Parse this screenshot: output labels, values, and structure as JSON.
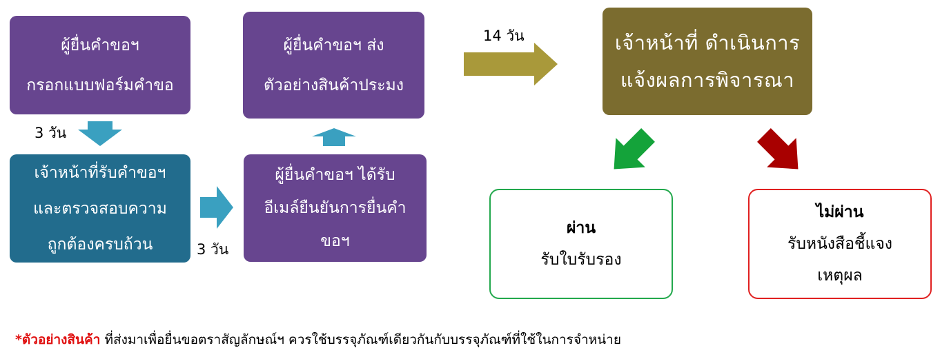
{
  "steps": {
    "fill_form": {
      "lines": [
        "ผู้ยื่นคำขอฯ",
        "กรอกแบบฟอร์มคำขอ"
      ]
    },
    "officer_check": {
      "lines": [
        "เจ้าหน้าที่รับคำขอฯ",
        "และตรวจสอบความ",
        "ถูกต้องครบถ้วน"
      ]
    },
    "email_confirm": {
      "lines": [
        "ผู้ยื่นคำขอฯ ได้รับ",
        "อีเมล์ยืนยันการยื่นคำ",
        "ขอฯ"
      ]
    },
    "send_sample": {
      "lines": [
        "ผู้ยื่นคำขอฯ ส่ง",
        "ตัวอย่างสินค้าประมง"
      ]
    },
    "officer_result": {
      "lines": [
        "เจ้าหน้าที่ ดำเนินการ",
        "แจ้งผลการพิจารณา"
      ]
    }
  },
  "durations": {
    "to_check": "3 วัน",
    "to_email": "3 วัน",
    "to_officer": "14 วัน"
  },
  "outcomes": {
    "pass": {
      "title": "ผ่าน",
      "detail": "รับใบรับรอง"
    },
    "fail": {
      "title": "ไม่ผ่าน",
      "detail_lines": [
        "รับหนังสือชี้แจง",
        "เหตุผล"
      ]
    }
  },
  "footnote": {
    "highlight": "*ตัวอย่างสินค้า",
    "text": " ที่ส่งมาเพื่อยื่นขอตราสัญลักษณ์ฯ ควรใช้บรรจุภัณฑ์เดียวกันกับบรรจุภัณฑ์ที่ใช้ในการจำหน่าย"
  },
  "colors": {
    "purple": "#67458f",
    "teal": "#226c8d",
    "olive": "#7b6c2f",
    "arrow_blue": "#3aa0c0",
    "arrow_gold": "#a9993a",
    "pass_green": "#22a84c",
    "fail_red": "#a80000",
    "note_red": "#e01010"
  }
}
